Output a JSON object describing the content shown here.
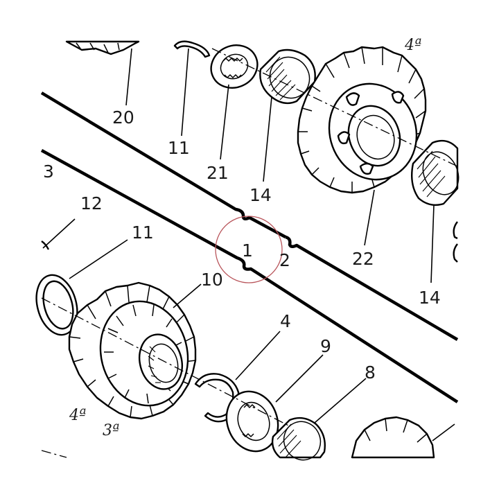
{
  "callouts": {
    "c1": "1",
    "c2": "2",
    "c3": "3",
    "c4": "4",
    "c8": "8",
    "c9": "9",
    "c10": "10",
    "c11_top": "11",
    "c11_left": "11",
    "c12": "12",
    "c14_top": "14",
    "c14_right": "14",
    "c20": "20",
    "c21": "21",
    "c22": "22"
  },
  "gear_marks": {
    "fourth_top": "4ª",
    "fourth_bottom": "4ª",
    "third_bottom": "3ª"
  },
  "colors": {
    "line": "#000000",
    "highlight_circle": "#b8545a",
    "background": "#ffffff"
  }
}
